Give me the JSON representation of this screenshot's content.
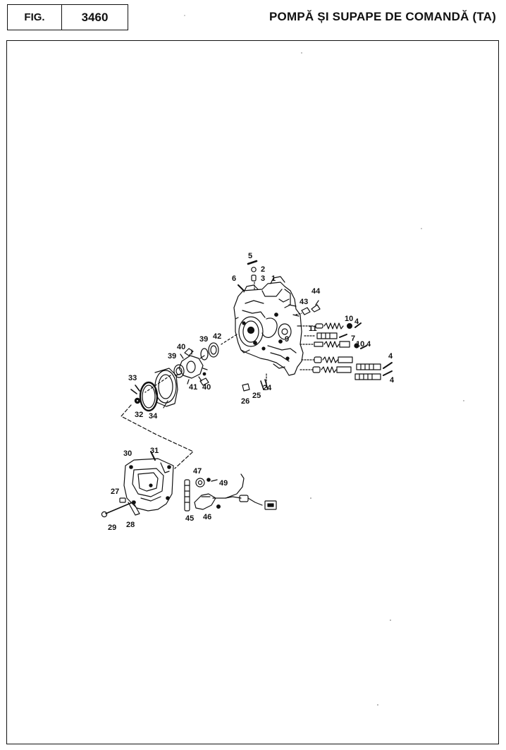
{
  "header": {
    "fig_label": "FIG.",
    "fig_number": "3460",
    "title": "POMPĂ ȘI SUPAPE DE COMANDĂ (TA)"
  },
  "callouts": [
    {
      "id": "c1",
      "label": "1"
    },
    {
      "id": "c2",
      "label": "2"
    },
    {
      "id": "c3",
      "label": "3"
    },
    {
      "id": "c4a",
      "label": "4"
    },
    {
      "id": "c4b",
      "label": "4"
    },
    {
      "id": "c4c",
      "label": "4"
    },
    {
      "id": "c4d",
      "label": "4"
    },
    {
      "id": "c5",
      "label": "5"
    },
    {
      "id": "c6",
      "label": "6"
    },
    {
      "id": "c7",
      "label": "7"
    },
    {
      "id": "c9",
      "label": "9"
    },
    {
      "id": "c10a",
      "label": "10"
    },
    {
      "id": "c10b",
      "label": "10"
    },
    {
      "id": "c11",
      "label": "11"
    },
    {
      "id": "c24",
      "label": "24"
    },
    {
      "id": "c25",
      "label": "25"
    },
    {
      "id": "c26",
      "label": "26"
    },
    {
      "id": "c27",
      "label": "27"
    },
    {
      "id": "c28",
      "label": "28"
    },
    {
      "id": "c29",
      "label": "29"
    },
    {
      "id": "c30",
      "label": "30"
    },
    {
      "id": "c31",
      "label": "31"
    },
    {
      "id": "c32",
      "label": "32"
    },
    {
      "id": "c33",
      "label": "33"
    },
    {
      "id": "c34",
      "label": "34"
    },
    {
      "id": "c39a",
      "label": "39"
    },
    {
      "id": "c39b",
      "label": "39"
    },
    {
      "id": "c40a",
      "label": "40"
    },
    {
      "id": "c40b",
      "label": "40"
    },
    {
      "id": "c41",
      "label": "41"
    },
    {
      "id": "c42",
      "label": "42"
    },
    {
      "id": "c43",
      "label": "43"
    },
    {
      "id": "c44",
      "label": "44"
    },
    {
      "id": "c45",
      "label": "45"
    },
    {
      "id": "c46",
      "label": "46"
    },
    {
      "id": "c47",
      "label": "47"
    },
    {
      "id": "c49",
      "label": "49"
    }
  ]
}
